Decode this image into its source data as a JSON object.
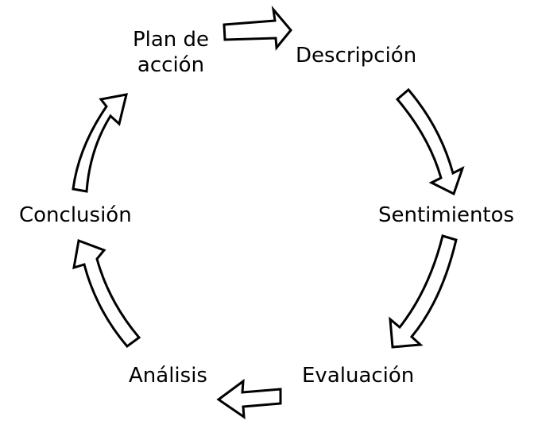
{
  "nodes": {
    "plan_line1": "Plan de",
    "plan_line2": "acción",
    "descripcion": "Descripción",
    "sentimientos": "Sentimientos",
    "evaluacion": "Evaluación",
    "analisis": "Análisis",
    "conclusion": "Conclusión"
  },
  "colors": {
    "arrow_fill": "#ffffff",
    "arrow_stroke": "#000000",
    "text": "#000000",
    "background": "#ffffff"
  }
}
